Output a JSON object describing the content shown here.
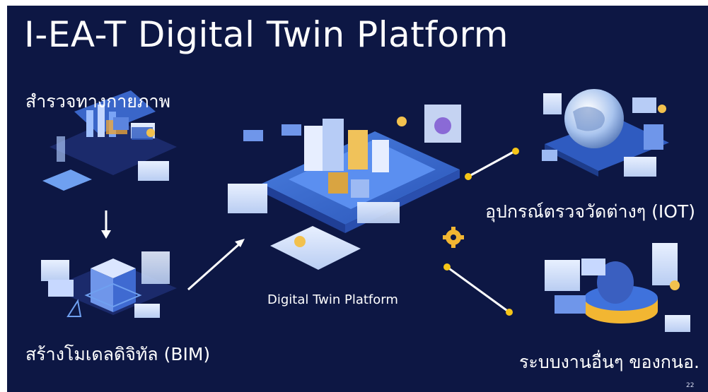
{
  "slide": {
    "title": "I-EA-T Digital Twin Platform",
    "labels": {
      "survey": "สำรวจทางกายภาพ",
      "bim": "สร้างโมเดลดิจิทัล (BIM)",
      "center": "Digital Twin Platform",
      "iot": "อุปกรณ์ตรวจวัดต่างๆ (IOT)",
      "other": "ระบบงานอื่นๆ ของกนอ."
    },
    "page_number": "22"
  },
  "colors": {
    "background": "#0d1744",
    "text": "#ffffff",
    "connector": "#ffffff",
    "connector_dot": "#f5c518",
    "accent_blue": "#3f8ff0"
  },
  "icons": [
    "down-arrow-icon",
    "diagonal-arrow-icon",
    "gear-icon",
    "connector-dot-icon"
  ]
}
